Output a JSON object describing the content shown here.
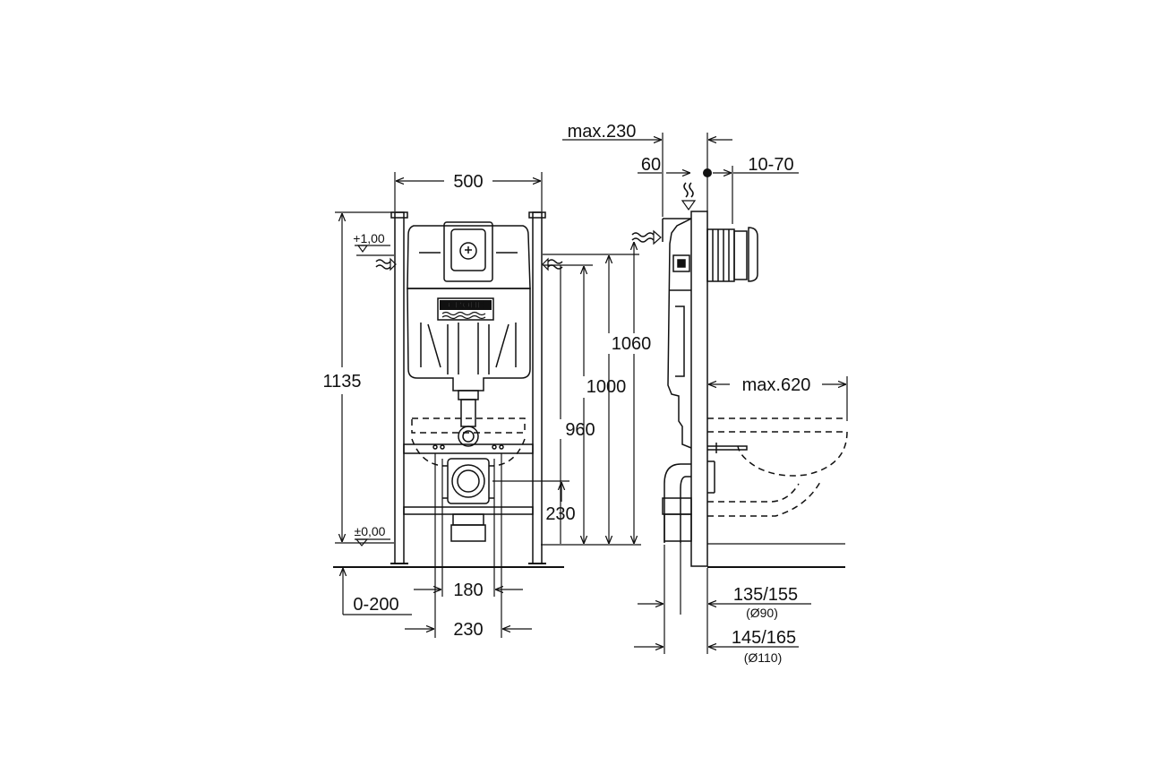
{
  "front_view": {
    "width": "500",
    "height_total": "1135",
    "level_top": "+1,00",
    "level_zero": "±0,00",
    "h_1060": "1060",
    "h_1000": "1000",
    "h_960": "960",
    "h_230": "230",
    "floor_offset": "0-200",
    "w_180": "180",
    "w_230": "230",
    "brand": "GROHE"
  },
  "side_view": {
    "max_230": "max.230",
    "d_60": "60",
    "d_10_70": "10-70",
    "max_620": "max.620",
    "d_135_155": "135/155",
    "d_90": "(Ø90)",
    "d_145_165": "145/165",
    "d_110": "(Ø110)"
  }
}
